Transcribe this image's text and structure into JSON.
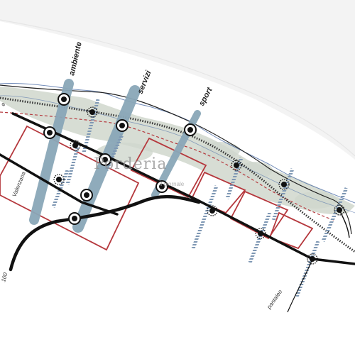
{
  "map": {
    "axis_labels": {
      "ambiente": "ambiente",
      "servizi": "servizi",
      "sport": "sport"
    },
    "road_labels": {
      "valenzana": "Valenzana",
      "road_100": "100",
      "pantaleo": "pantaleo",
      "edge_left": "e"
    },
    "watermark": {
      "brand": "Porderia",
      "tagline": "il giornale"
    },
    "colors": {
      "blue_axis": "#8aa7b8",
      "red_block": "#b5383d",
      "road": "#111111",
      "vegetation": "#cfd6cc",
      "river": "#4f6fa8",
      "hatch_blue": "#7f98b4"
    }
  }
}
